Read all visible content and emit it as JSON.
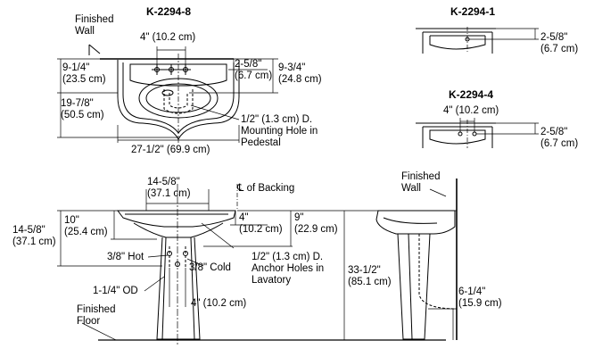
{
  "models": {
    "main": "K-2294-8",
    "alt1": "K-2294-1",
    "alt4": "K-2294-4"
  },
  "plan_view": {
    "finished_wall": [
      "Finished",
      "Wall"
    ],
    "faucet_spacing": "4\" (10.2 cm)",
    "left_depth": [
      "9-1/4\"",
      "(23.5 cm)"
    ],
    "basin_depth": [
      "19-7/8\"",
      "(50.5 cm)"
    ],
    "faucet_offset": [
      "2-5/8\"",
      "(6.7 cm)"
    ],
    "drain_offset": [
      "9-3/4\"",
      "(24.8 cm)"
    ],
    "mounting_hole": [
      "1/2\" (1.3 cm) D.",
      "Mounting Hole in",
      "Pedestal"
    ],
    "overall_width": "27-1/2\" (69.9 cm)"
  },
  "alt1_view": {
    "offset": [
      "2-5/8\"",
      "(6.7 cm)"
    ]
  },
  "alt4_view": {
    "spacing": "4\" (10.2 cm)",
    "offset": [
      "2-5/8\"",
      "(6.7 cm)"
    ]
  },
  "front_view": {
    "bowl_width": [
      "14-5/8\"",
      "(37.1 cm)"
    ],
    "backing_centerline": "℄ of Backing",
    "overall_depth": [
      "14-5/8\"",
      "(37.1 cm)"
    ],
    "bowl_height": [
      "10\"",
      "(25.4 cm)"
    ],
    "anchor_offset": [
      "4\"",
      "(10.2 cm)"
    ],
    "anchor_height": [
      "9\"",
      "(22.9 cm)"
    ],
    "hot_supply": "3/8\" Hot",
    "cold_supply": "3/8\" Cold",
    "anchor_holes": [
      "1/2\" (1.3 cm) D.",
      "Anchor Holes in",
      "Lavatory"
    ],
    "drain_od": "1-1/4\" OD",
    "supply_spacing": "4\" (10.2 cm)",
    "finished_floor": [
      "Finished",
      "Floor"
    ],
    "rim_height": [
      "33-1/2\"",
      "(85.1 cm)"
    ]
  },
  "side_view": {
    "finished_wall": [
      "Finished",
      "Wall"
    ],
    "trap_height": [
      "6-1/4\"",
      "(15.9 cm)"
    ]
  }
}
